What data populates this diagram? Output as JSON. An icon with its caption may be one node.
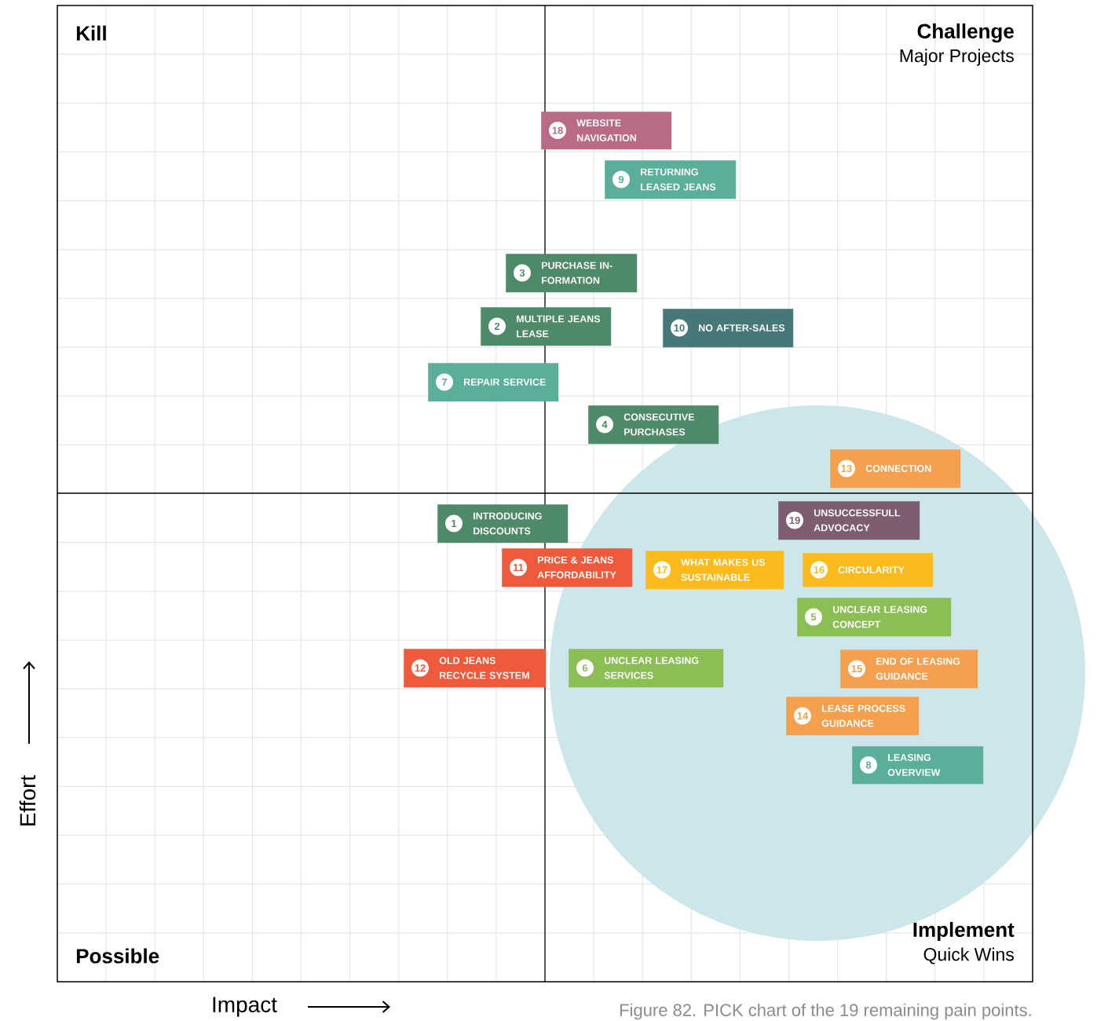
{
  "diagram": {
    "caption": "Figure 82. PICK chart of the 19 remaining pain points.",
    "nodes": [
      {
        "text": [
          "18",
          "WEBSITE NAVIGATION"
        ]
      },
      {
        "text": [
          "9",
          "RETURNING LEASED JEANS"
        ]
      },
      {
        "text": [
          "3",
          "PURCHASE IN- FORMATION"
        ]
      },
      {
        "text": [
          "2",
          "MULTIPLE JEANS LEASE"
        ]
      },
      {
        "text": [
          "10",
          "NO AFTER-SALES"
        ]
      },
      {
        "text": [
          "7",
          "REPAIR SERVICE"
        ]
      },
      {
        "text": [
          "4",
          "CONSECUTIVE PURCHASES"
        ]
      },
      {
        "text": [
          "13",
          "CONNECTION"
        ]
      },
      {
        "text": [
          "19",
          "UNSUCCESSFULL ADVOCACY"
        ]
      },
      {
        "text": [
          "1",
          "INTRODUCING DISCOUNTS"
        ]
      },
      {
        "text": [
          "11",
          "PRICE & JEANS AFFORDABILITY"
        ]
      },
      {
        "text": [
          "17",
          "WHAT MAKES US SUSTAINABLE"
        ]
      },
      {
        "text": [
          "16",
          "CIRCULARITY"
        ]
      },
      {
        "text": [
          "5",
          "UNCLEAR LEASING CONCEPT"
        ]
      },
      {
        "text": [
          "12",
          "OLD JEANS RECYCLE SYSTEM"
        ]
      },
      {
        "text": [
          "6",
          "UNCLEAR LEASING SERVICES"
        ]
      },
      {
        "text": [
          "15",
          "END OF LEASING GUIDANCE"
        ]
      },
      {
        "text": [
          "14",
          "LEASE PROCESS GUIDANCE"
        ]
      },
      {
        "text": [
          "8",
          "LEASING OVERVIEW"
        ]
      }
    ],
    "labels": [
      "Kill",
      "Challenge",
      "Major Projects",
      "Possible",
      "Implement",
      "Quick Wins",
      "Effort",
      "Impact"
    ]
  }
}
